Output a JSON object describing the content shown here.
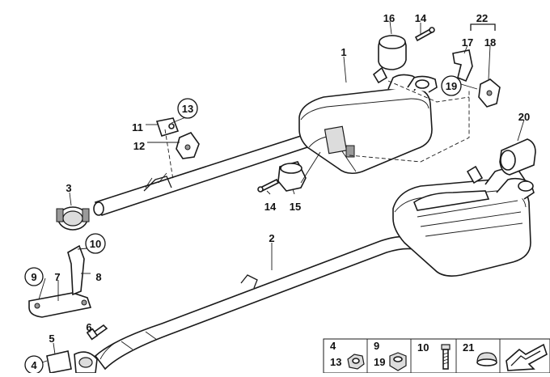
{
  "callouts": [
    {
      "id": "c1",
      "text": "1",
      "circled": false
    },
    {
      "id": "c2",
      "text": "2",
      "circled": false
    },
    {
      "id": "c3",
      "text": "3",
      "circled": false
    },
    {
      "id": "c4",
      "text": "4",
      "circled": true
    },
    {
      "id": "c5",
      "text": "5",
      "circled": false
    },
    {
      "id": "c6",
      "text": "6",
      "circled": false
    },
    {
      "id": "c7",
      "text": "7",
      "circled": false
    },
    {
      "id": "c8",
      "text": "8",
      "circled": false
    },
    {
      "id": "c9",
      "text": "9",
      "circled": true
    },
    {
      "id": "c10",
      "text": "10",
      "circled": true
    },
    {
      "id": "c11",
      "text": "11",
      "circled": false
    },
    {
      "id": "c12",
      "text": "12",
      "circled": false
    },
    {
      "id": "c13",
      "text": "13",
      "circled": true
    },
    {
      "id": "c14a",
      "text": "14",
      "circled": false
    },
    {
      "id": "c14b",
      "text": "14",
      "circled": false
    },
    {
      "id": "c15",
      "text": "15",
      "circled": false
    },
    {
      "id": "c16",
      "text": "16",
      "circled": false
    },
    {
      "id": "c17",
      "text": "17",
      "circled": false
    },
    {
      "id": "c18",
      "text": "18",
      "circled": false
    },
    {
      "id": "c19",
      "text": "19",
      "circled": true
    },
    {
      "id": "c20",
      "text": "20",
      "circled": false
    },
    {
      "id": "c22",
      "text": "22",
      "circled": false
    }
  ],
  "legend": {
    "cells": [
      {
        "labels": [
          "4",
          "13"
        ],
        "part": "nut"
      },
      {
        "labels": [
          "9",
          "19"
        ],
        "part": "nut"
      },
      {
        "labels": [
          "10"
        ],
        "part": "bolt"
      },
      {
        "labels": [
          "21"
        ],
        "part": "grommet"
      }
    ]
  }
}
